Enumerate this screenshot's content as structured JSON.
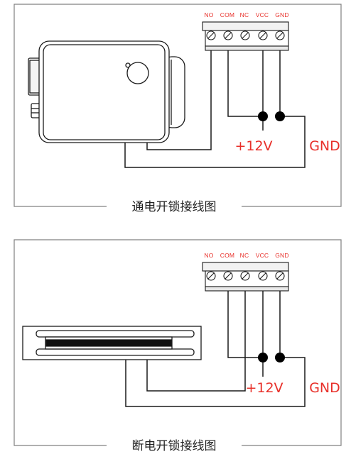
{
  "colors": {
    "label_red": "#e8302a",
    "wire": "#1a1a1a",
    "frame": "#808080",
    "terminal_fill": "#f2f2f2"
  },
  "panels": [
    {
      "id": "power-on-lock",
      "terminals": [
        "NO",
        "COM",
        "NC",
        "VCC",
        "GND"
      ],
      "supply_positive": "+12V",
      "supply_negative": "GND",
      "caption": "通电开锁接线图",
      "device": "electric-bolt-lock"
    },
    {
      "id": "power-off-lock",
      "terminals": [
        "NO",
        "COM",
        "NC",
        "VCC",
        "GND"
      ],
      "supply_positive": "+12V",
      "supply_negative": "GND",
      "caption": "断电开锁接线图",
      "device": "magnetic-lock"
    }
  ]
}
